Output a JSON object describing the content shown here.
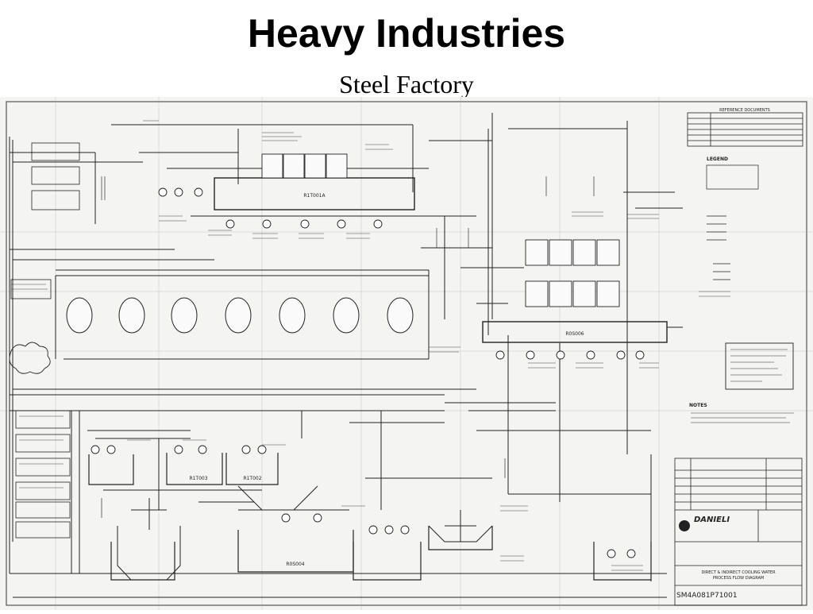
{
  "slide": {
    "title": "Heavy Industries",
    "subtitle": "Steel Factory"
  },
  "drawing": {
    "reference_table_title": "REFERENCE DOCUMENTS",
    "legend_title": "LEGEND",
    "notes_title": "NOTES",
    "brand": "DANIELI",
    "drawing_number": "SM4A081P71001",
    "title_block_lines": [
      "DIRECT & INDIRECT COOLING WATER",
      "PROCESS FLOW DIAGRAM"
    ],
    "tank_labels": [
      "R1T001A",
      "R0S006",
      "R1T003",
      "R1T002",
      "R0S004"
    ]
  }
}
